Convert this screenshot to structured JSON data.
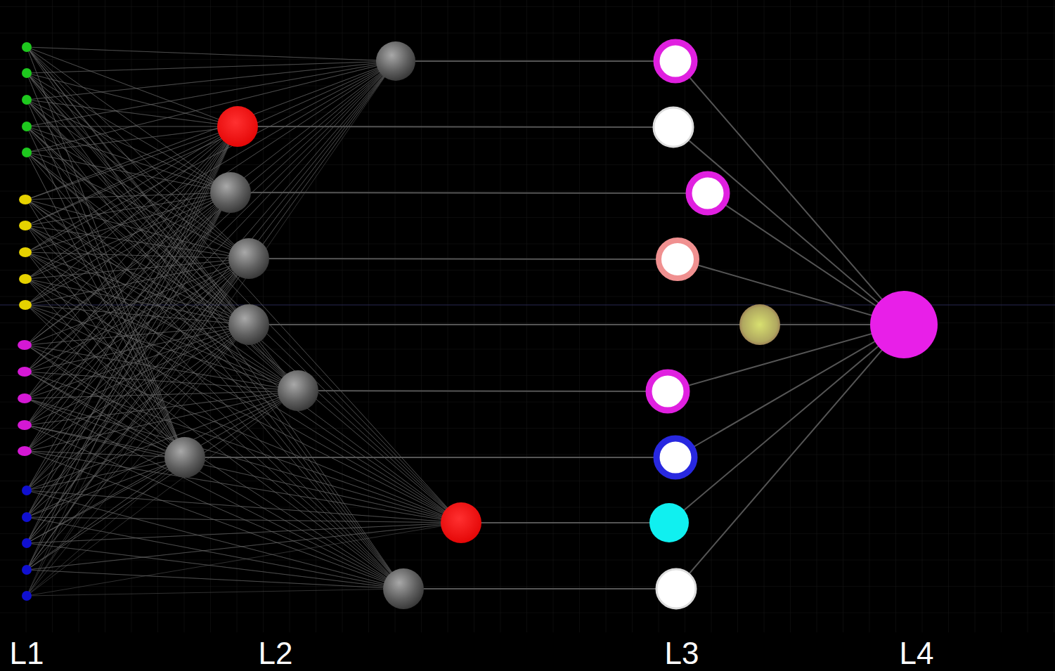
{
  "diagram": {
    "labels": [
      "L1",
      "L2",
      "L3",
      "L4"
    ]
  }
}
